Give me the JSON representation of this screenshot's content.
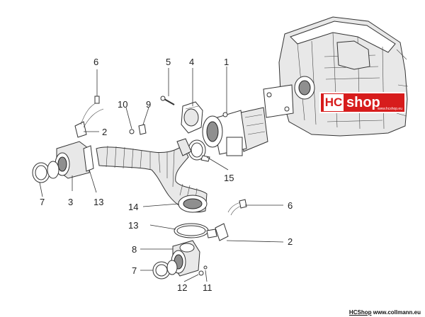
{
  "callouts": {
    "c1": "1",
    "c2a": "2",
    "c2b": "2",
    "c3": "3",
    "c4": "4",
    "c5": "5",
    "c6a": "6",
    "c6b": "6",
    "c7a": "7",
    "c7b": "7",
    "c8": "8",
    "c9": "9",
    "c10": "10",
    "c11": "11",
    "c12": "12",
    "c13a": "13",
    "c13b": "13",
    "c14": "14",
    "c15": "15"
  },
  "logo": {
    "hc": "HC",
    "shop": "shop",
    "url": "www.hcshop.eu"
  },
  "footer": {
    "part_a": "HCShop",
    "part_b": "www.collmann.eu"
  },
  "colors": {
    "logo_red": "#d71c1c",
    "line": "#333333"
  }
}
